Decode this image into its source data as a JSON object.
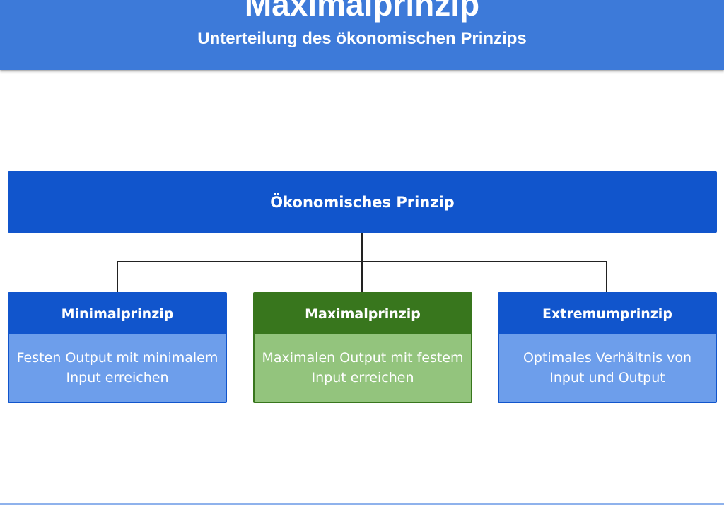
{
  "header": {
    "title": "Maximalprinzip",
    "subtitle": "Unterteilung des ökonomischen Prinzips"
  },
  "diagram": {
    "root": "Ökonomisches Prinzip",
    "children": [
      {
        "title": "Minimalprinzip",
        "text": "Festen Output mit minimalem Input erreichen",
        "color": "#1155cc"
      },
      {
        "title": "Maximalprinzip",
        "text": "Maximalen Output mit festem Input erreichen",
        "color": "#38761d"
      },
      {
        "title": "Extremumprinzip",
        "text": "Optimales Verhältnis von Input und Output",
        "color": "#1155cc"
      }
    ]
  }
}
